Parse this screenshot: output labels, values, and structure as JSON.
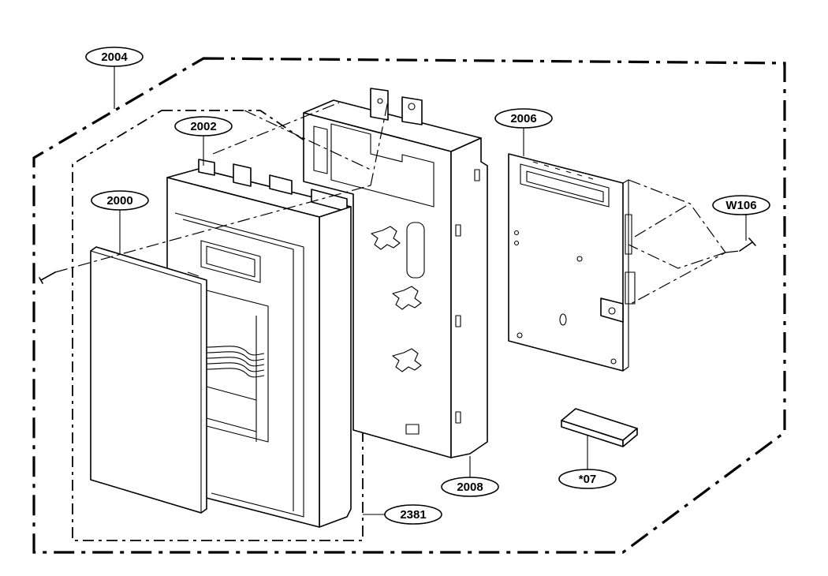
{
  "callouts": {
    "c2004": "2004",
    "c2002": "2002",
    "c2000": "2000",
    "c2006": "2006",
    "cW106": "W106",
    "c2008": "2008",
    "c07": "*07",
    "c2381": "2381"
  }
}
